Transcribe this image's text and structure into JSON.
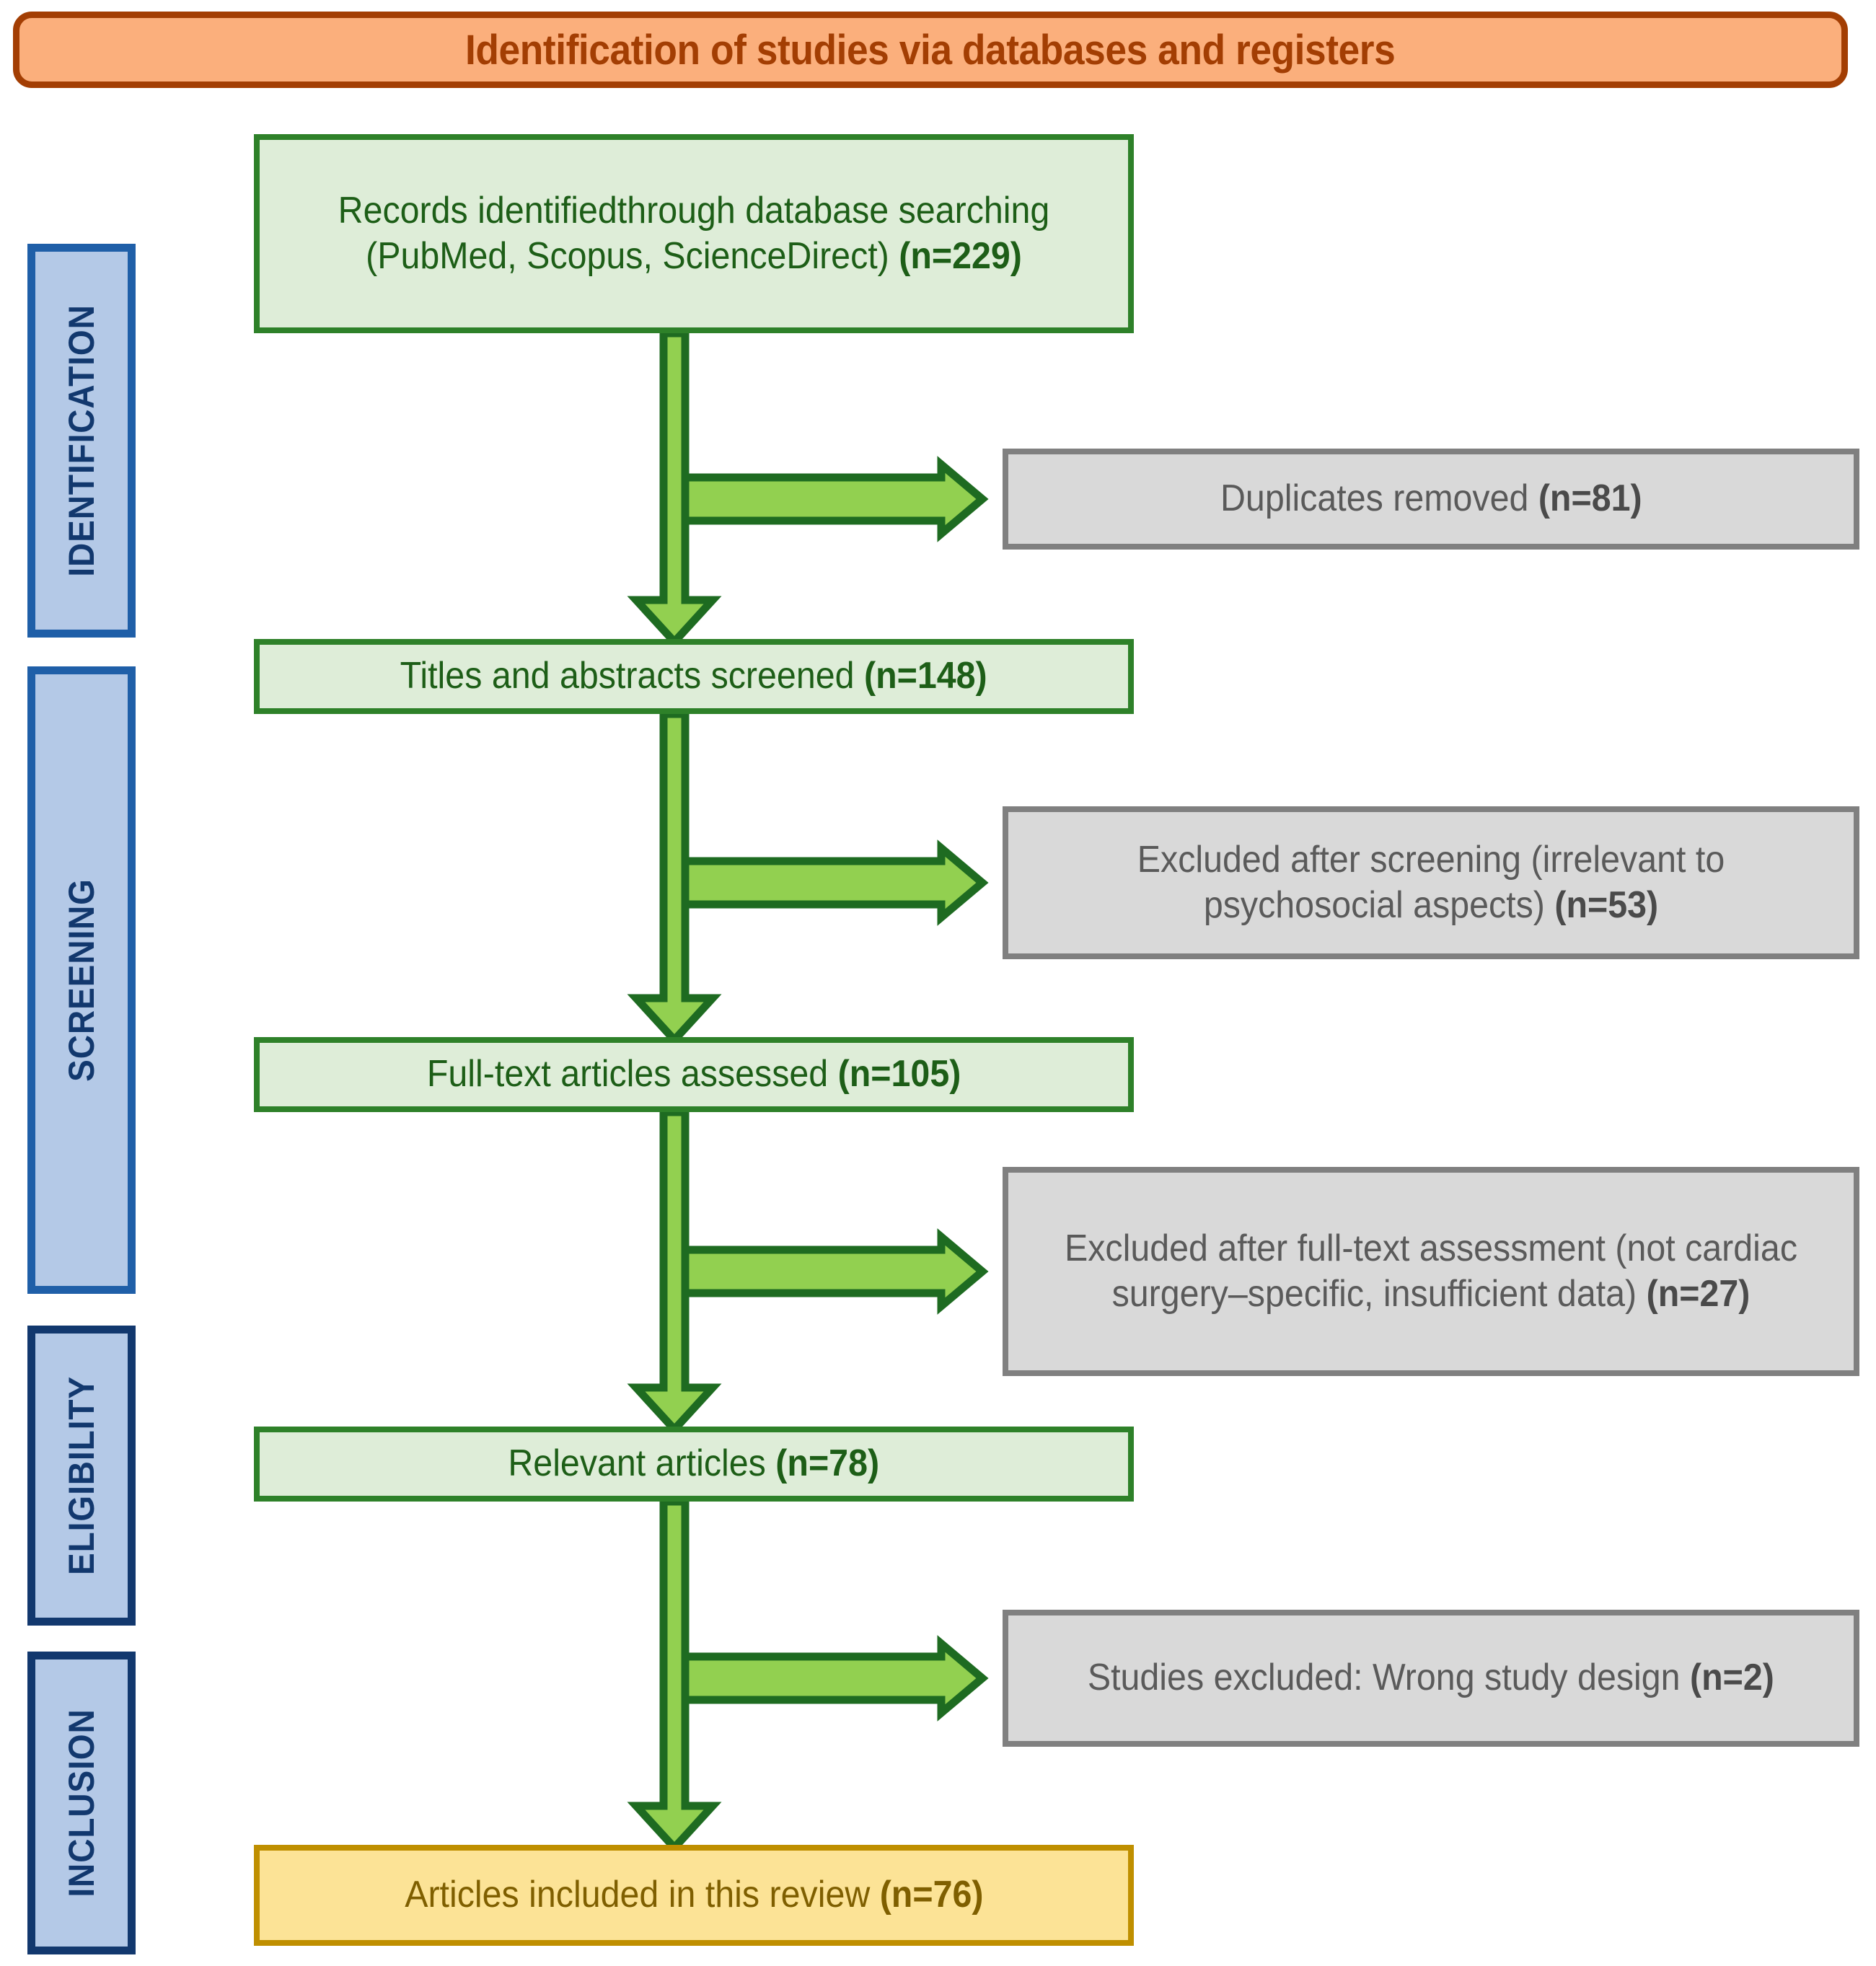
{
  "header": {
    "title": "Identification of studies via databases and registers",
    "fill": "#FBAF7C",
    "border": "#A33E03"
  },
  "stages": [
    {
      "key": "identification",
      "label": "IDENTIFICATION"
    },
    {
      "key": "screening",
      "label": "SCREENING"
    },
    {
      "key": "eligibility",
      "label": "ELIGIBILITY"
    },
    {
      "key": "inclusion",
      "label": "INCLUSION"
    }
  ],
  "stage_colors": {
    "fill": "#B4C9E7",
    "border_light": "#1F5FA8",
    "border_dark": "#12386E",
    "text": "#12386E"
  },
  "flow": {
    "records": {
      "text": "Records identifiedthrough database searching (PubMed, Scopus, ScienceDirect) ",
      "count": "(n=229)"
    },
    "duplicates": {
      "text": "Duplicates removed ",
      "count": "(n=81)"
    },
    "titles": {
      "text": "Titles and abstracts screened ",
      "count": "(n=148)"
    },
    "excluded_screening": {
      "text": "Excluded after screening (irrelevant to psychosocial aspects) ",
      "count": "(n=53)"
    },
    "fulltext": {
      "text": "Full-text articles assessed ",
      "count": "(n=105)"
    },
    "excluded_fulltext": {
      "text": "Excluded after full-text assessment (not cardiac surgery–specific, insufficient data) ",
      "count": "(n=27)"
    },
    "relevant": {
      "text": "Relevant articles ",
      "count": "(n=78)"
    },
    "excluded_design": {
      "text": "Studies excluded: Wrong study design ",
      "count": "(n=2)"
    },
    "included": {
      "text": "Articles included in this review ",
      "count": "(n=76)"
    }
  },
  "box_colors": {
    "green_fill": "#DEEDD8",
    "green_border": "#2E8129",
    "green_text": "#1D5E17",
    "gray_fill": "#D9D9D9",
    "gray_border": "#808080",
    "gray_text": "#5A5A5A",
    "yellow_fill": "#FCE396",
    "yellow_border": "#BF8F00",
    "yellow_text": "#7F5F00"
  },
  "arrow_colors": {
    "fill": "#92D050",
    "stroke": "#1E6B21"
  },
  "chart_data": {
    "type": "diagram",
    "title": "Identification of studies via databases and registers",
    "nodes": [
      {
        "id": "records",
        "stage": "IDENTIFICATION",
        "label": "Records identifiedthrough database searching (PubMed, Scopus, ScienceDirect)",
        "n": 229,
        "kind": "included"
      },
      {
        "id": "duplicates",
        "stage": "IDENTIFICATION",
        "label": "Duplicates removed",
        "n": 81,
        "kind": "excluded"
      },
      {
        "id": "titles",
        "stage": "SCREENING",
        "label": "Titles and abstracts screened",
        "n": 148,
        "kind": "included"
      },
      {
        "id": "excluded_screening",
        "stage": "SCREENING",
        "label": "Excluded after screening (irrelevant to psychosocial aspects)",
        "n": 53,
        "kind": "excluded"
      },
      {
        "id": "fulltext",
        "stage": "SCREENING",
        "label": "Full-text articles assessed",
        "n": 105,
        "kind": "included"
      },
      {
        "id": "excluded_fulltext",
        "stage": "ELIGIBILITY",
        "label": "Excluded after full-text assessment (not cardiac surgery–specific, insufficient data)",
        "n": 27,
        "kind": "excluded"
      },
      {
        "id": "relevant",
        "stage": "ELIGIBILITY",
        "label": "Relevant articles",
        "n": 78,
        "kind": "included"
      },
      {
        "id": "excluded_design",
        "stage": "INCLUSION",
        "label": "Studies excluded: Wrong study design",
        "n": 2,
        "kind": "excluded"
      },
      {
        "id": "included",
        "stage": "INCLUSION",
        "label": "Articles included in this review",
        "n": 76,
        "kind": "final"
      }
    ],
    "edges": [
      {
        "from": "records",
        "to": "duplicates",
        "type": "exclusion"
      },
      {
        "from": "records",
        "to": "titles",
        "type": "flow"
      },
      {
        "from": "titles",
        "to": "excluded_screening",
        "type": "exclusion"
      },
      {
        "from": "titles",
        "to": "fulltext",
        "type": "flow"
      },
      {
        "from": "fulltext",
        "to": "excluded_fulltext",
        "type": "exclusion"
      },
      {
        "from": "fulltext",
        "to": "relevant",
        "type": "flow"
      },
      {
        "from": "relevant",
        "to": "excluded_design",
        "type": "exclusion"
      },
      {
        "from": "relevant",
        "to": "included",
        "type": "flow"
      }
    ]
  }
}
